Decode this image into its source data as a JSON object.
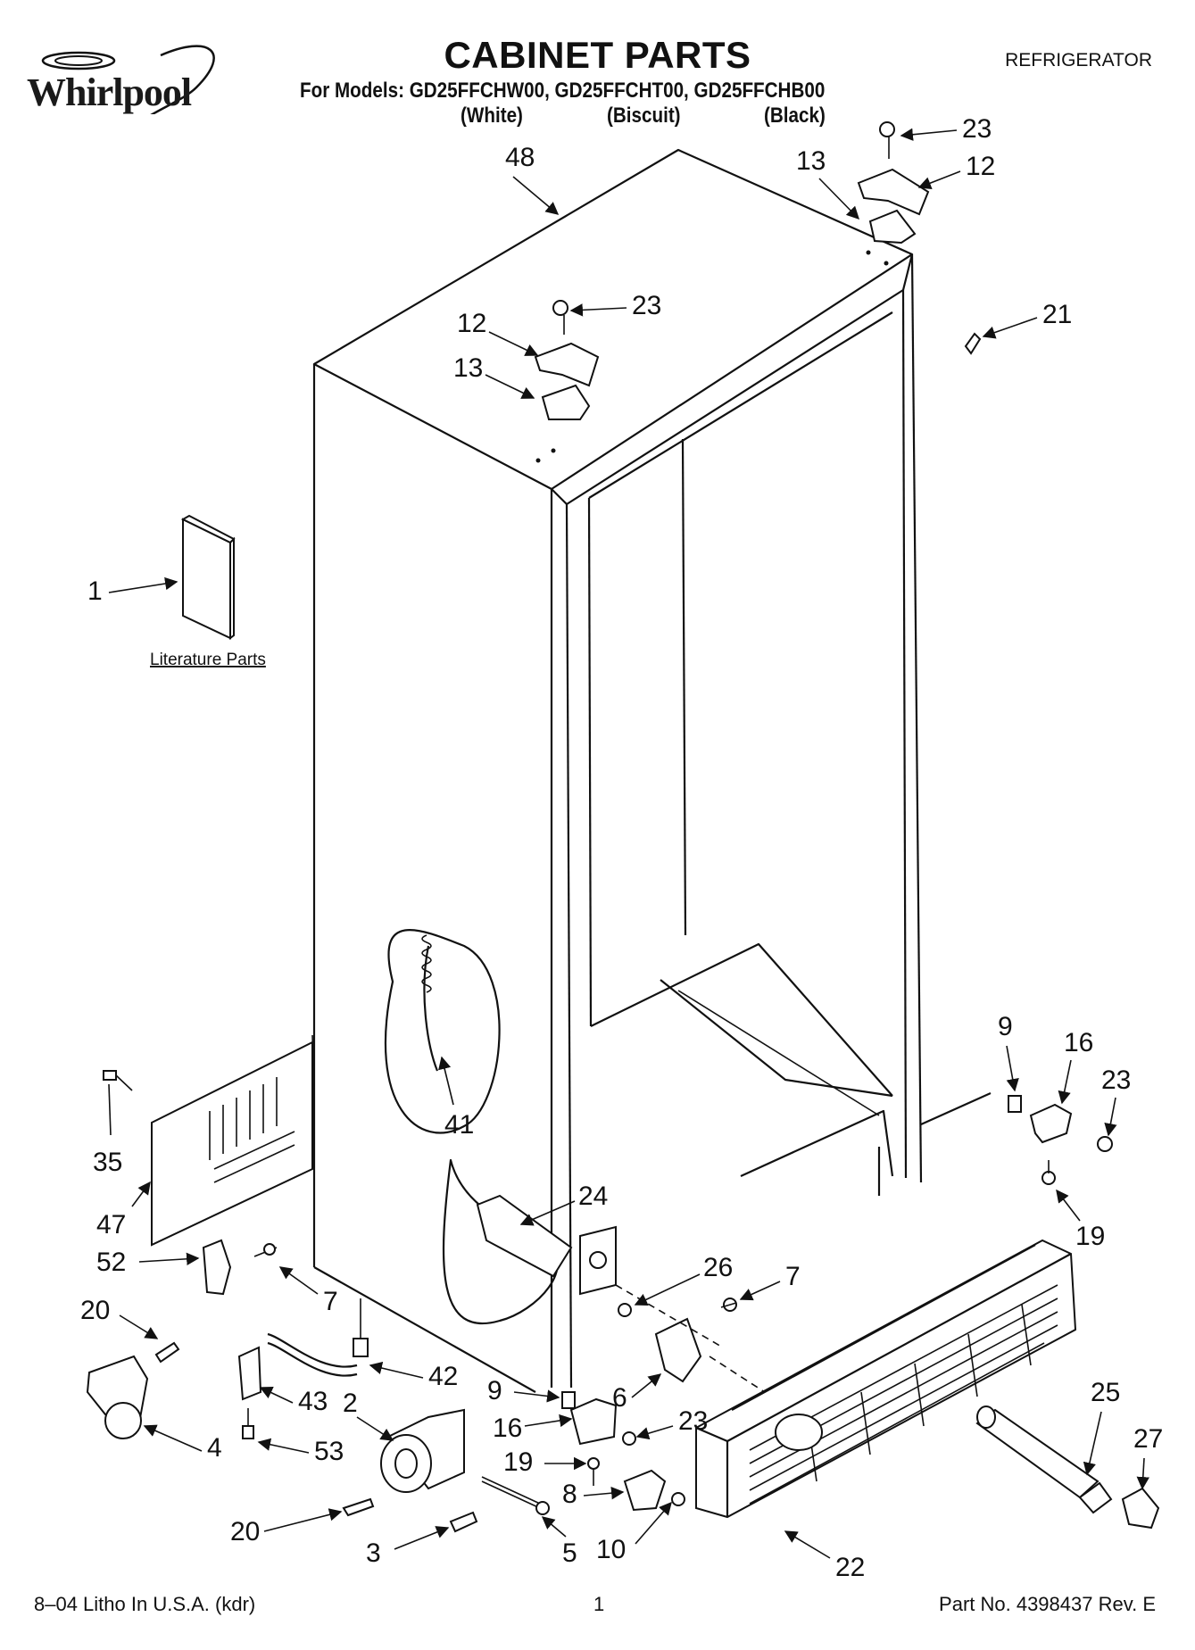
{
  "header": {
    "brand": "Whirlpool",
    "title": "CABINET PARTS",
    "category": "REFRIGERATOR",
    "models_line": "For Models: GD25FFCHW00, GD25FFCHT00, GD25FFCHB00",
    "variants": [
      "(White)",
      "(Biscuit)",
      "(Black)"
    ]
  },
  "literature_label": "Literature Parts",
  "callouts": {
    "c48": "48",
    "c23a": "23",
    "c12a": "12",
    "c13a": "13",
    "c21": "21",
    "c23b": "23",
    "c12b": "12",
    "c13b": "13",
    "c1": "1",
    "c41": "41",
    "c9a": "9",
    "c16a": "16",
    "c23c": "23",
    "c19a": "19",
    "c35": "35",
    "c47": "47",
    "c24": "24",
    "c52": "52",
    "c7a": "7",
    "c26": "26",
    "c7b": "7",
    "c20a": "20",
    "c42": "42",
    "c43": "43",
    "c2": "2",
    "c9b": "9",
    "c6": "6",
    "c25": "25",
    "c27": "27",
    "c16b": "16",
    "c23d": "23",
    "c4": "4",
    "c53": "53",
    "c19b": "19",
    "c20b": "20",
    "c8": "8",
    "c3": "3",
    "c5": "5",
    "c10": "10",
    "c22": "22"
  },
  "footer": {
    "left": "8–04 Litho In U.S.A. (kdr)",
    "page": "1",
    "right": "Part No. 4398437 Rev. E"
  }
}
